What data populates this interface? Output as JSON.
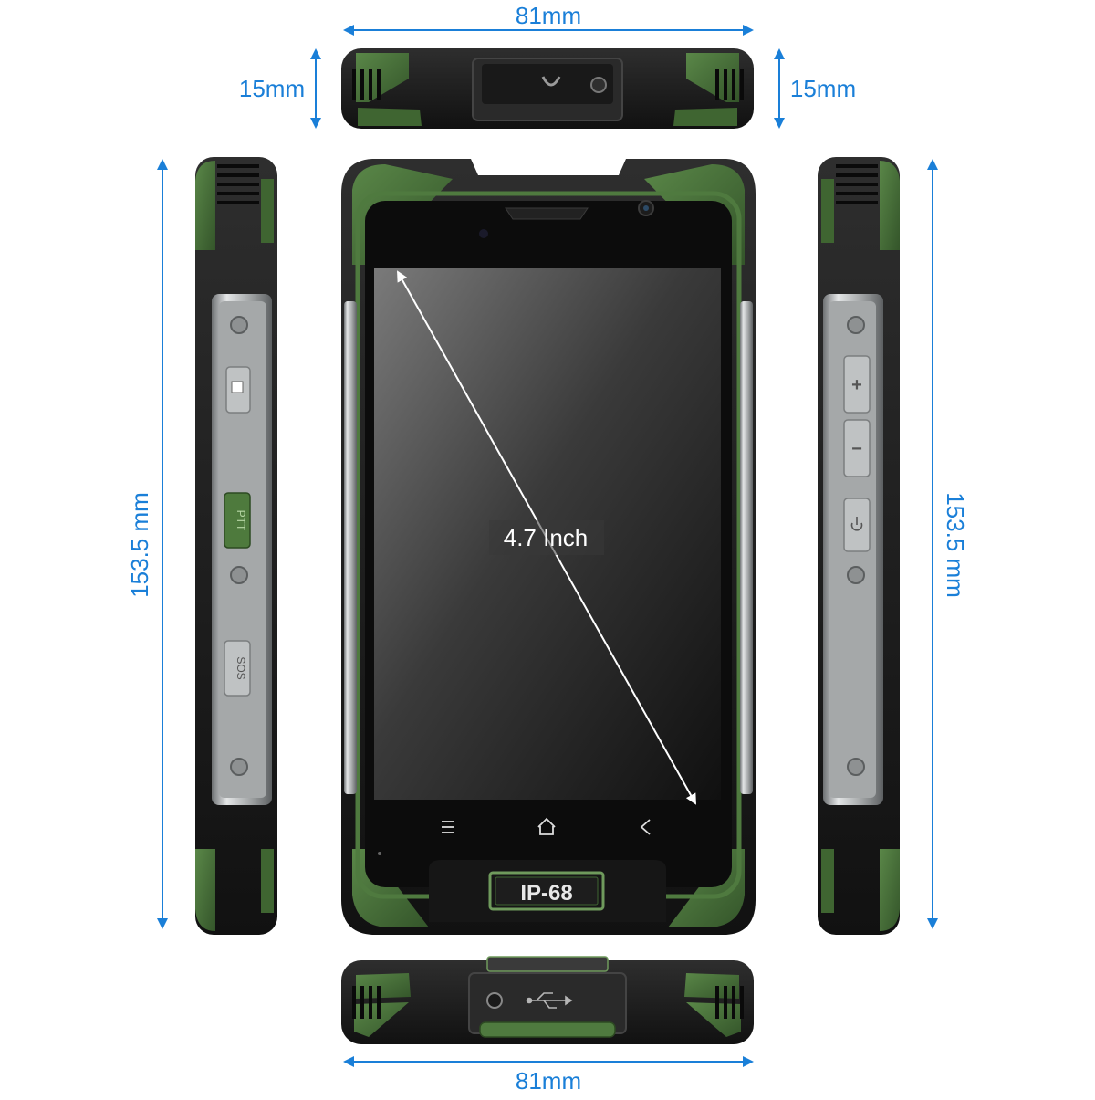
{
  "dimensions": {
    "width_top": "81mm",
    "width_bottom": "81mm",
    "thickness_left": "15mm",
    "thickness_right": "15mm",
    "height_left": "153.5 mm",
    "height_right": "153.5 mm",
    "screen_diagonal": "4.7 Inch"
  },
  "device": {
    "rating_badge": "IP-68",
    "left_buttons": {
      "ptt": "PTT",
      "sos": "SOS"
    },
    "right_buttons": {
      "volume_up": "+",
      "volume_down": "−"
    },
    "nav_keys": [
      "menu-icon",
      "home-icon",
      "back-icon"
    ]
  },
  "colors": {
    "dimension_blue": "#1a7fd8",
    "body_black": "#1c1c1c",
    "accent_green": "#466e37",
    "frame_silver": "#b5b8b9",
    "screen_dark": "#202020"
  }
}
